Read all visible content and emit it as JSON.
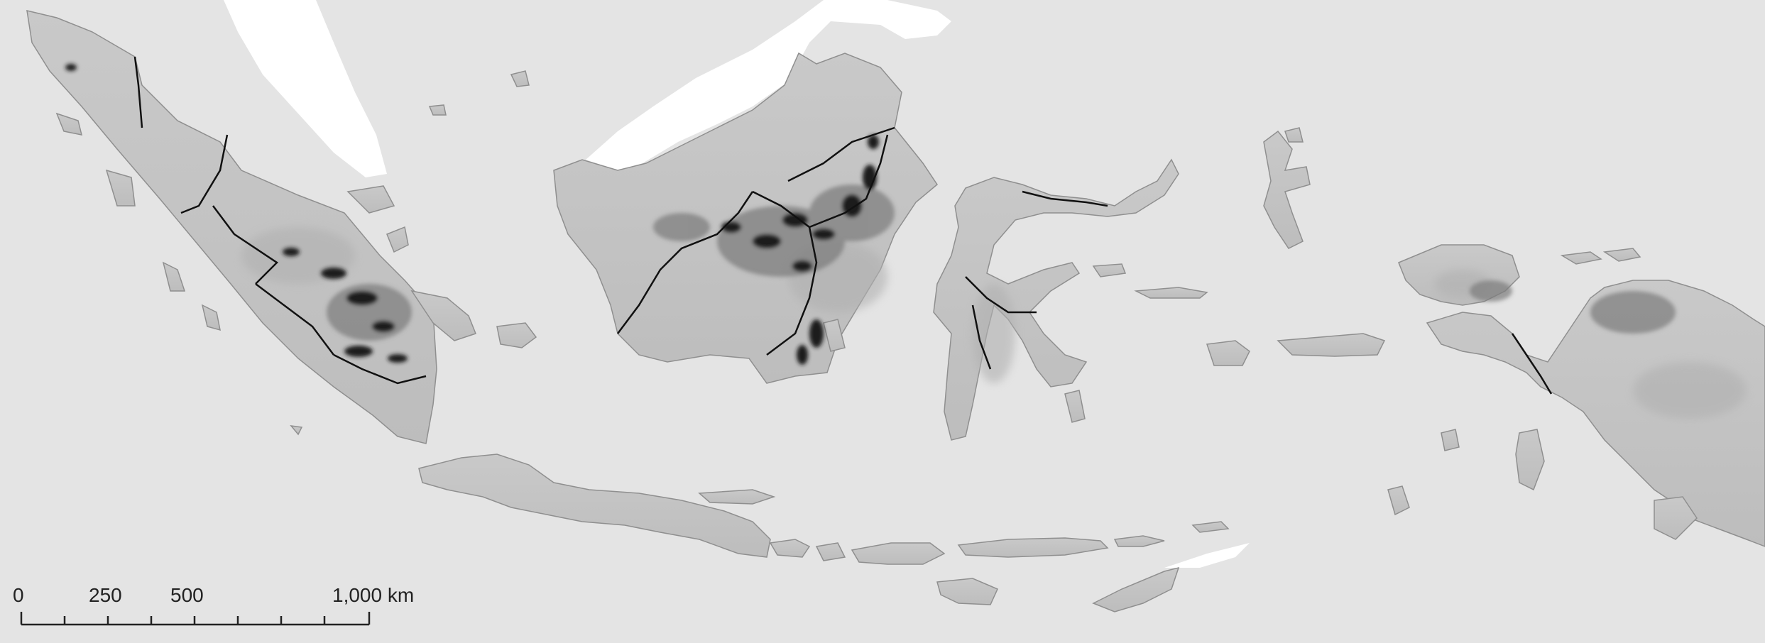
{
  "map": {
    "colors": {
      "sea": "#e4e4e4",
      "outside_land": "#ffffff",
      "land": "#c7c7c7",
      "land_shade": "#b3b3b3",
      "border": "#111111",
      "hotspot": "#1c1c1c",
      "hotspot_light": "#7a7a7a"
    },
    "scale_bar": {
      "labels": [
        "0",
        "250",
        "500",
        "1,000 km"
      ]
    }
  }
}
